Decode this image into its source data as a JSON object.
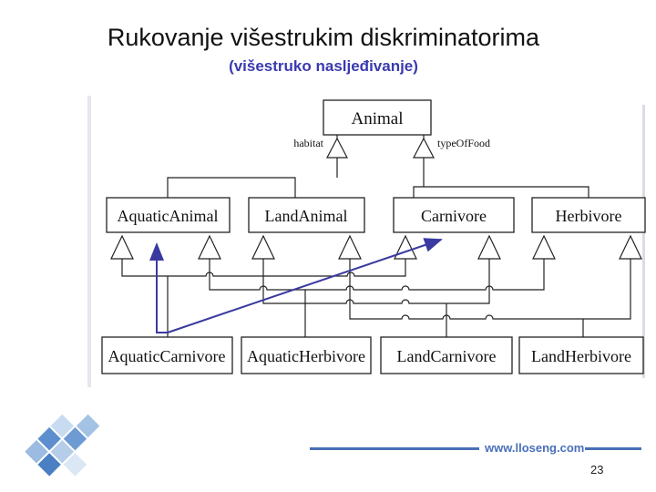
{
  "slide": {
    "title": "Rukovanje višestrukim diskriminatorima",
    "subtitle": "(višestruko nasljeđivanje)",
    "url": "www.lloseng.com",
    "page_number": "23"
  },
  "diagram": {
    "root": "Animal",
    "discriminators": [
      "habitat",
      "typeOfFood"
    ],
    "level1": [
      "AquaticAnimal",
      "LandAnimal",
      "Carnivore",
      "Herbivore"
    ],
    "level2": [
      "AquaticCarnivore",
      "AquaticHerbivore",
      "LandCarnivore",
      "LandHerbivore"
    ]
  },
  "colors": {
    "title": "#111111",
    "subtitle": "#3a3ab0",
    "annotation_arrow": "#3a3aa0",
    "url": "#4a6fb8"
  }
}
